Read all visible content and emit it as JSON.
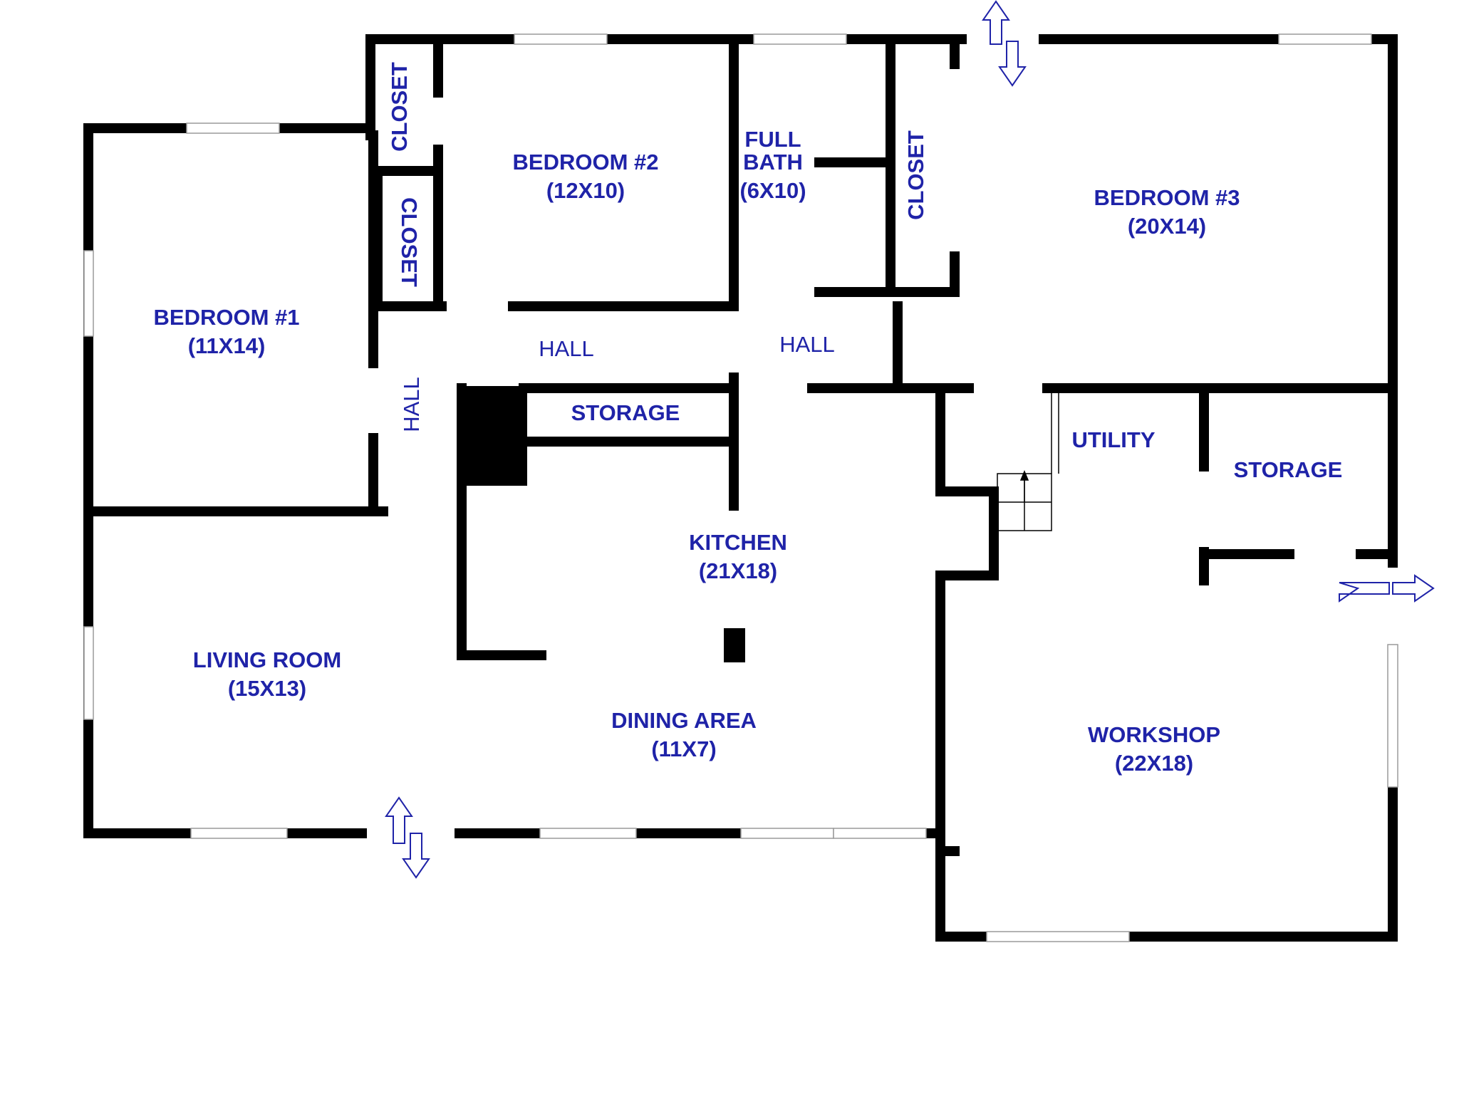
{
  "colors": {
    "wall": "#000000",
    "label": "#1f23a8",
    "arrow": "#1f23a8",
    "window": "#9a9a9a",
    "background": "#ffffff"
  },
  "rooms": {
    "bedroom1": {
      "name": "BEDROOM #1",
      "size": "(11X14)"
    },
    "bedroom2": {
      "name": "BEDROOM #2",
      "size": "(12X10)"
    },
    "bedroom3": {
      "name": "BEDROOM #3",
      "size": "(20X14)"
    },
    "full_bath": {
      "name_line1": "FULL",
      "name_line2": "BATH",
      "size": "(6X10)"
    },
    "closet_top": {
      "name": "CLOSET"
    },
    "closet_mid": {
      "name": "CLOSET"
    },
    "closet_right": {
      "name": "CLOSET"
    },
    "hall_left": {
      "name": "HALL"
    },
    "hall_center": {
      "name": "HALL"
    },
    "hall_right": {
      "name": "HALL"
    },
    "storage_center": {
      "name": "STORAGE"
    },
    "storage_right": {
      "name": "STORAGE"
    },
    "utility": {
      "name": "UTILITY"
    },
    "kitchen": {
      "name": "KITCHEN",
      "size": "(21X18)"
    },
    "living_room": {
      "name": "LIVING ROOM",
      "size": "(15X13)"
    },
    "dining_area": {
      "name": "DINING AREA",
      "size": "(11X7)"
    },
    "workshop": {
      "name": "WORKSHOP",
      "size": "(22X18)"
    }
  }
}
